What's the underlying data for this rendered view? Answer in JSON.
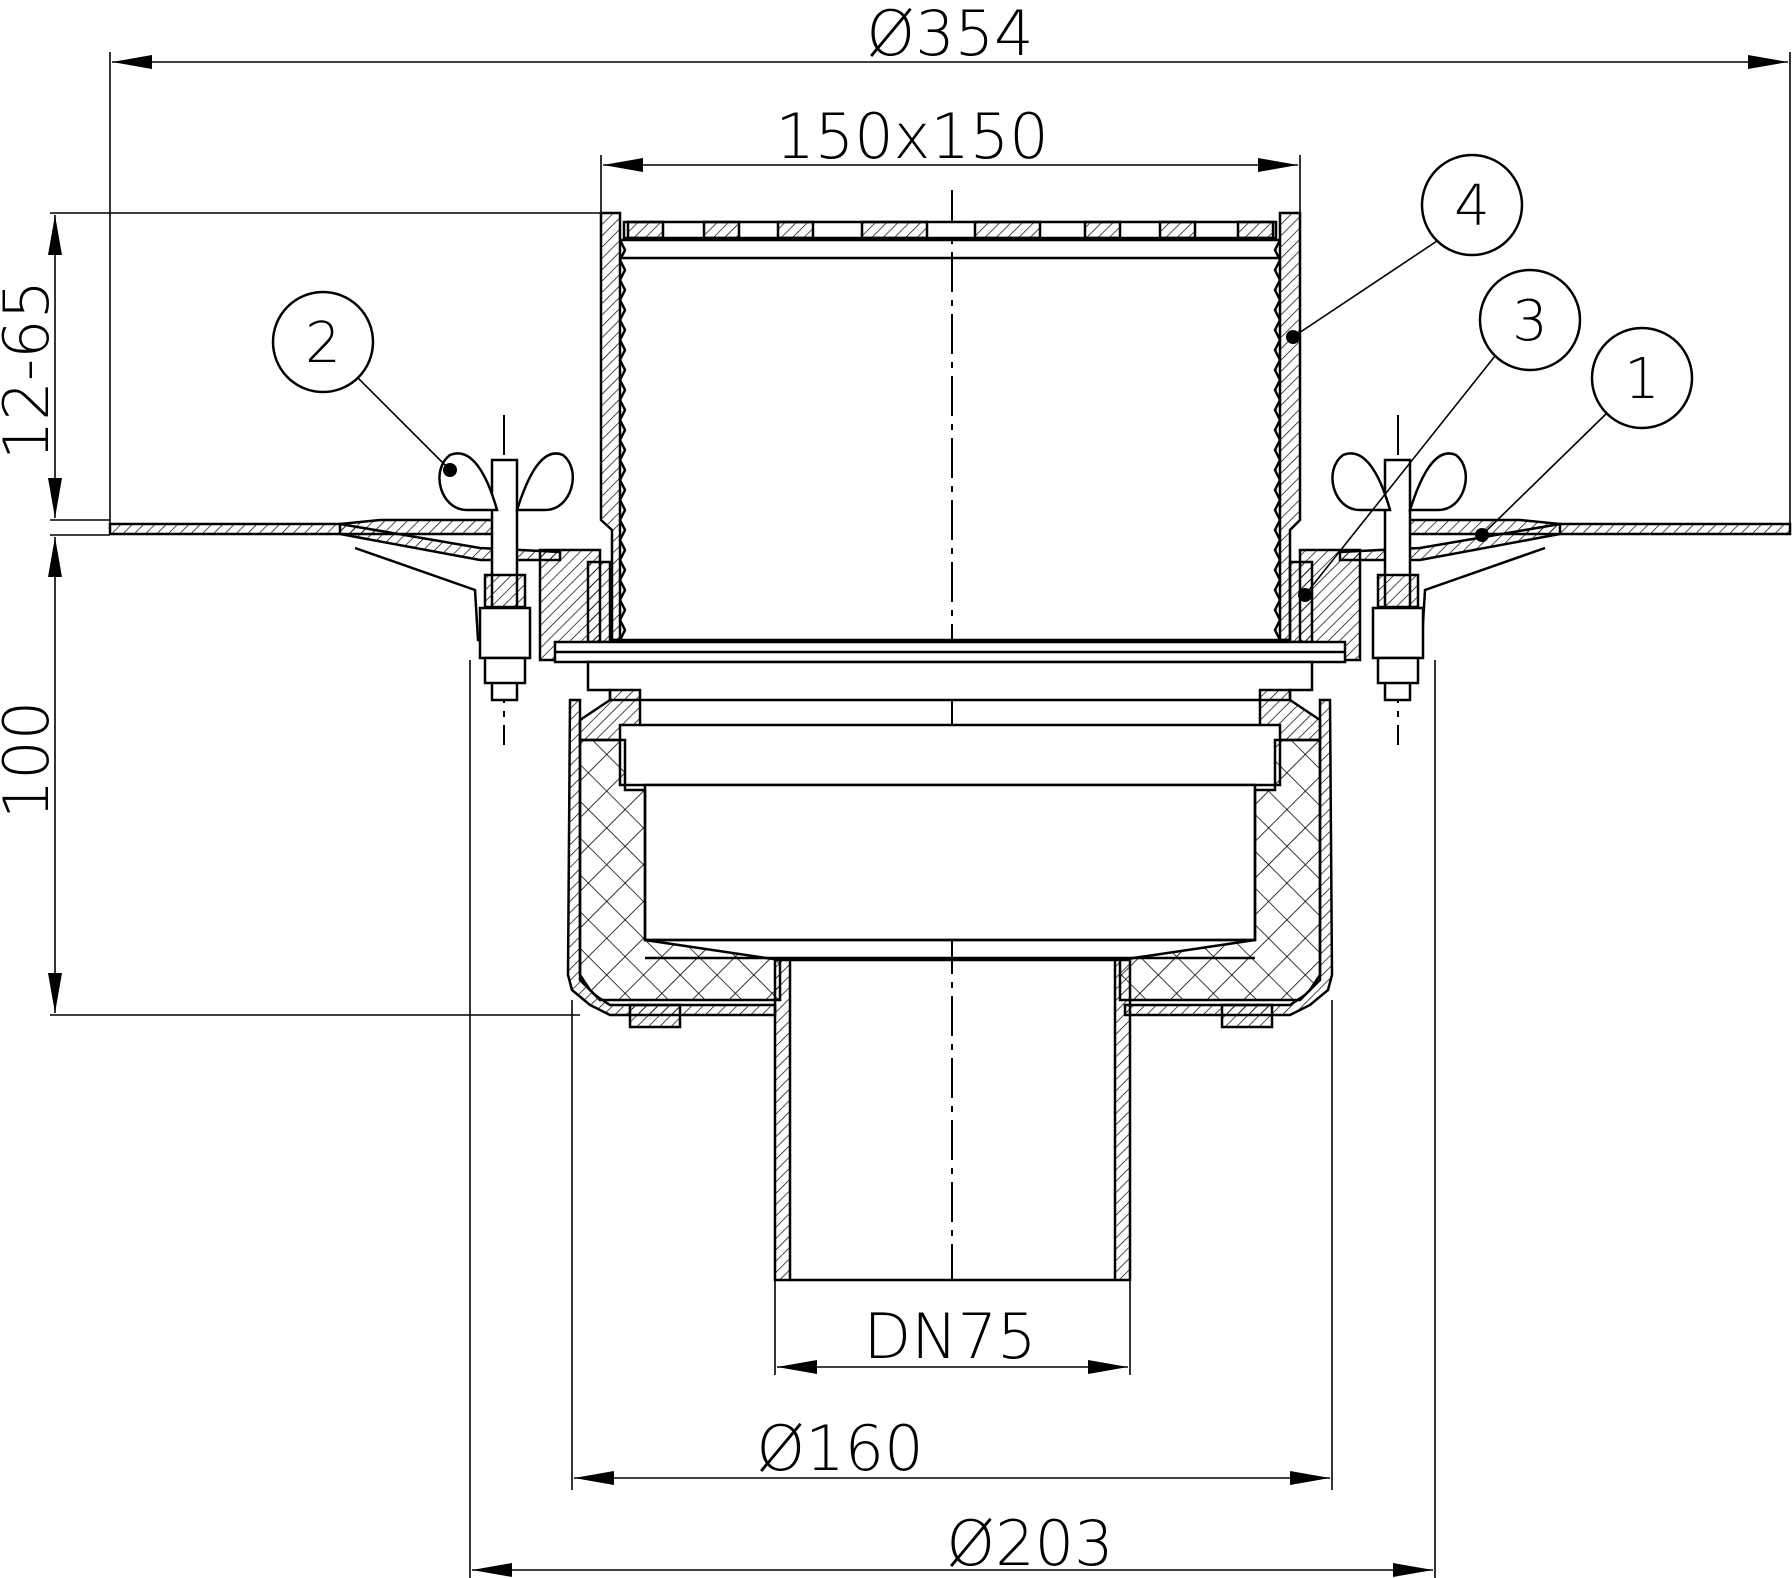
{
  "dimensions": {
    "top_diameter": "Ø354",
    "grate_size": "150x150",
    "height_range": "12-65",
    "body_height": "100",
    "outlet": "DN75",
    "body_diameter": "Ø160",
    "flange_diameter": "Ø203"
  },
  "callouts": [
    "1",
    "2",
    "3",
    "4"
  ]
}
